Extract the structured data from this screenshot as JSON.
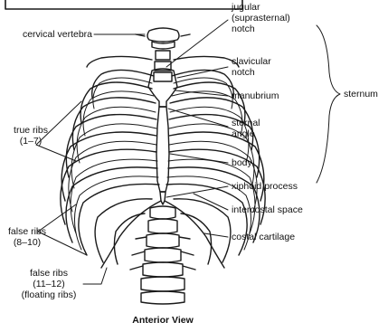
{
  "labels": {
    "cervical_vertebra": "cervical vertebra",
    "jugular_notch": "jugular\n(suprasternal)\nnotch",
    "clavicular_notch": "clavicular\nnotch",
    "manubrium": "manubrium",
    "sternum": "sternum",
    "sternal_angle": "sternal\nangle",
    "body": "body",
    "xiphoid_process": "xiphoid process",
    "intercostal_space": "intercostal space",
    "costal_cartilage": "costal cartilage",
    "true_ribs": "true ribs\n(1–7)",
    "false_ribs": "false ribs\n(8–10)",
    "floating_ribs": "false ribs\n(11–12)\n(floating ribs)"
  },
  "caption": "Anterior View"
}
